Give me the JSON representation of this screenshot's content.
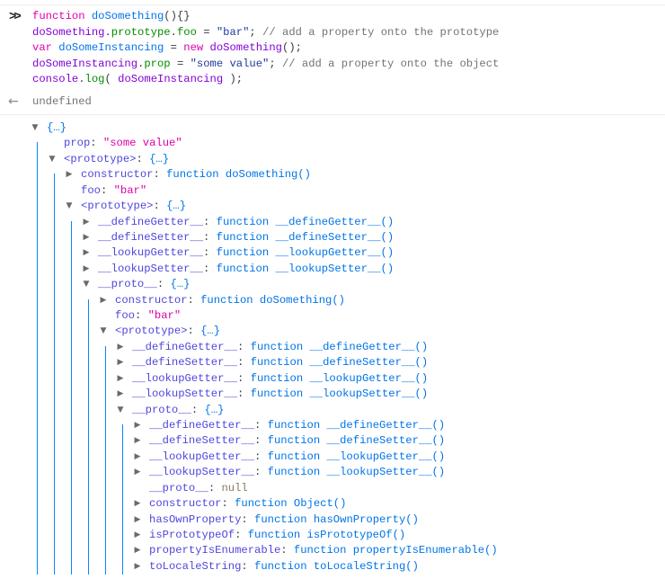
{
  "input": {
    "prompt_icon": "double-chevron-right",
    "lines": [
      [
        [
          "function",
          "kw"
        ],
        [
          " ",
          "pun"
        ],
        [
          "doSomething",
          "def"
        ],
        [
          "(){}",
          "pun"
        ]
      ],
      [
        [
          "doSomething",
          "var"
        ],
        [
          ".",
          "pun"
        ],
        [
          "prototype",
          "prop"
        ],
        [
          ".",
          "pun"
        ],
        [
          "foo",
          "prop"
        ],
        [
          " = ",
          "pun"
        ],
        [
          "\"bar\"",
          "str"
        ],
        [
          "; ",
          "pun"
        ],
        [
          "// add a property onto the prototype",
          "cm"
        ]
      ],
      [
        [
          "var",
          "kw"
        ],
        [
          " ",
          "pun"
        ],
        [
          "doSomeInstancing",
          "def"
        ],
        [
          " = ",
          "pun"
        ],
        [
          "new",
          "kw"
        ],
        [
          " ",
          "pun"
        ],
        [
          "doSomething",
          "var"
        ],
        [
          "();",
          "pun"
        ]
      ],
      [
        [
          "doSomeInstancing",
          "var"
        ],
        [
          ".",
          "pun"
        ],
        [
          "prop",
          "prop"
        ],
        [
          " = ",
          "pun"
        ],
        [
          "\"some value\"",
          "str"
        ],
        [
          "; ",
          "pun"
        ],
        [
          "// add a property onto the object",
          "cm"
        ]
      ],
      [
        [
          "console",
          "var"
        ],
        [
          ".",
          "pun"
        ],
        [
          "log",
          "prop"
        ],
        [
          "( ",
          "pun"
        ],
        [
          "doSomeInstancing",
          "var"
        ],
        [
          " );",
          "pun"
        ]
      ]
    ]
  },
  "result": {
    "icon": "arrow-left",
    "value": "undefined"
  },
  "colors": {
    "guide": "#0a84ff",
    "string": "#dd00a9",
    "function": "#0074e8"
  },
  "tree": [
    {
      "d": 0,
      "t": "open",
      "k": "",
      "v": "{…}",
      "vt": "o"
    },
    {
      "d": 1,
      "t": "none",
      "k": "prop",
      "v": "\"some value\"",
      "vt": "s"
    },
    {
      "d": 1,
      "t": "open",
      "k": "<prototype>",
      "v": "{…}",
      "vt": "o"
    },
    {
      "d": 2,
      "t": "closed",
      "k": "constructor",
      "v": "function doSomething()",
      "vt": "f"
    },
    {
      "d": 2,
      "t": "none",
      "k": "foo",
      "v": "\"bar\"",
      "vt": "s"
    },
    {
      "d": 2,
      "t": "open",
      "k": "<prototype>",
      "v": "{…}",
      "vt": "o"
    },
    {
      "d": 3,
      "t": "closed",
      "k": "__defineGetter__",
      "v": "function __defineGetter__()",
      "vt": "f"
    },
    {
      "d": 3,
      "t": "closed",
      "k": "__defineSetter__",
      "v": "function __defineSetter__()",
      "vt": "f"
    },
    {
      "d": 3,
      "t": "closed",
      "k": "__lookupGetter__",
      "v": "function __lookupGetter__()",
      "vt": "f"
    },
    {
      "d": 3,
      "t": "closed",
      "k": "__lookupSetter__",
      "v": "function __lookupSetter__()",
      "vt": "f"
    },
    {
      "d": 3,
      "t": "open",
      "k": "__proto__",
      "v": "{…}",
      "vt": "o"
    },
    {
      "d": 4,
      "t": "closed",
      "k": "constructor",
      "v": "function doSomething()",
      "vt": "f"
    },
    {
      "d": 4,
      "t": "none",
      "k": "foo",
      "v": "\"bar\"",
      "vt": "s"
    },
    {
      "d": 4,
      "t": "open",
      "k": "<prototype>",
      "v": "{…}",
      "vt": "o"
    },
    {
      "d": 5,
      "t": "closed",
      "k": "__defineGetter__",
      "v": "function __defineGetter__()",
      "vt": "f"
    },
    {
      "d": 5,
      "t": "closed",
      "k": "__defineSetter__",
      "v": "function __defineSetter__()",
      "vt": "f"
    },
    {
      "d": 5,
      "t": "closed",
      "k": "__lookupGetter__",
      "v": "function __lookupGetter__()",
      "vt": "f"
    },
    {
      "d": 5,
      "t": "closed",
      "k": "__lookupSetter__",
      "v": "function __lookupSetter__()",
      "vt": "f"
    },
    {
      "d": 5,
      "t": "open",
      "k": "__proto__",
      "v": "{…}",
      "vt": "o"
    },
    {
      "d": 6,
      "t": "closed",
      "k": "__defineGetter__",
      "v": "function __defineGetter__()",
      "vt": "f"
    },
    {
      "d": 6,
      "t": "closed",
      "k": "__defineSetter__",
      "v": "function __defineSetter__()",
      "vt": "f"
    },
    {
      "d": 6,
      "t": "closed",
      "k": "__lookupGetter__",
      "v": "function __lookupGetter__()",
      "vt": "f"
    },
    {
      "d": 6,
      "t": "closed",
      "k": "__lookupSetter__",
      "v": "function __lookupSetter__()",
      "vt": "f"
    },
    {
      "d": 6,
      "t": "none",
      "k": "__proto__",
      "v": "null",
      "vt": "n"
    },
    {
      "d": 6,
      "t": "closed",
      "k": "constructor",
      "v": "function Object()",
      "vt": "f"
    },
    {
      "d": 6,
      "t": "closed",
      "k": "hasOwnProperty",
      "v": "function hasOwnProperty()",
      "vt": "f"
    },
    {
      "d": 6,
      "t": "closed",
      "k": "isPrototypeOf",
      "v": "function isPrototypeOf()",
      "vt": "f"
    },
    {
      "d": 6,
      "t": "closed",
      "k": "propertyIsEnumerable",
      "v": "function propertyIsEnumerable()",
      "vt": "f"
    },
    {
      "d": 6,
      "t": "closed",
      "k": "toLocaleString",
      "v": "function toLocaleString()",
      "vt": "f"
    }
  ]
}
